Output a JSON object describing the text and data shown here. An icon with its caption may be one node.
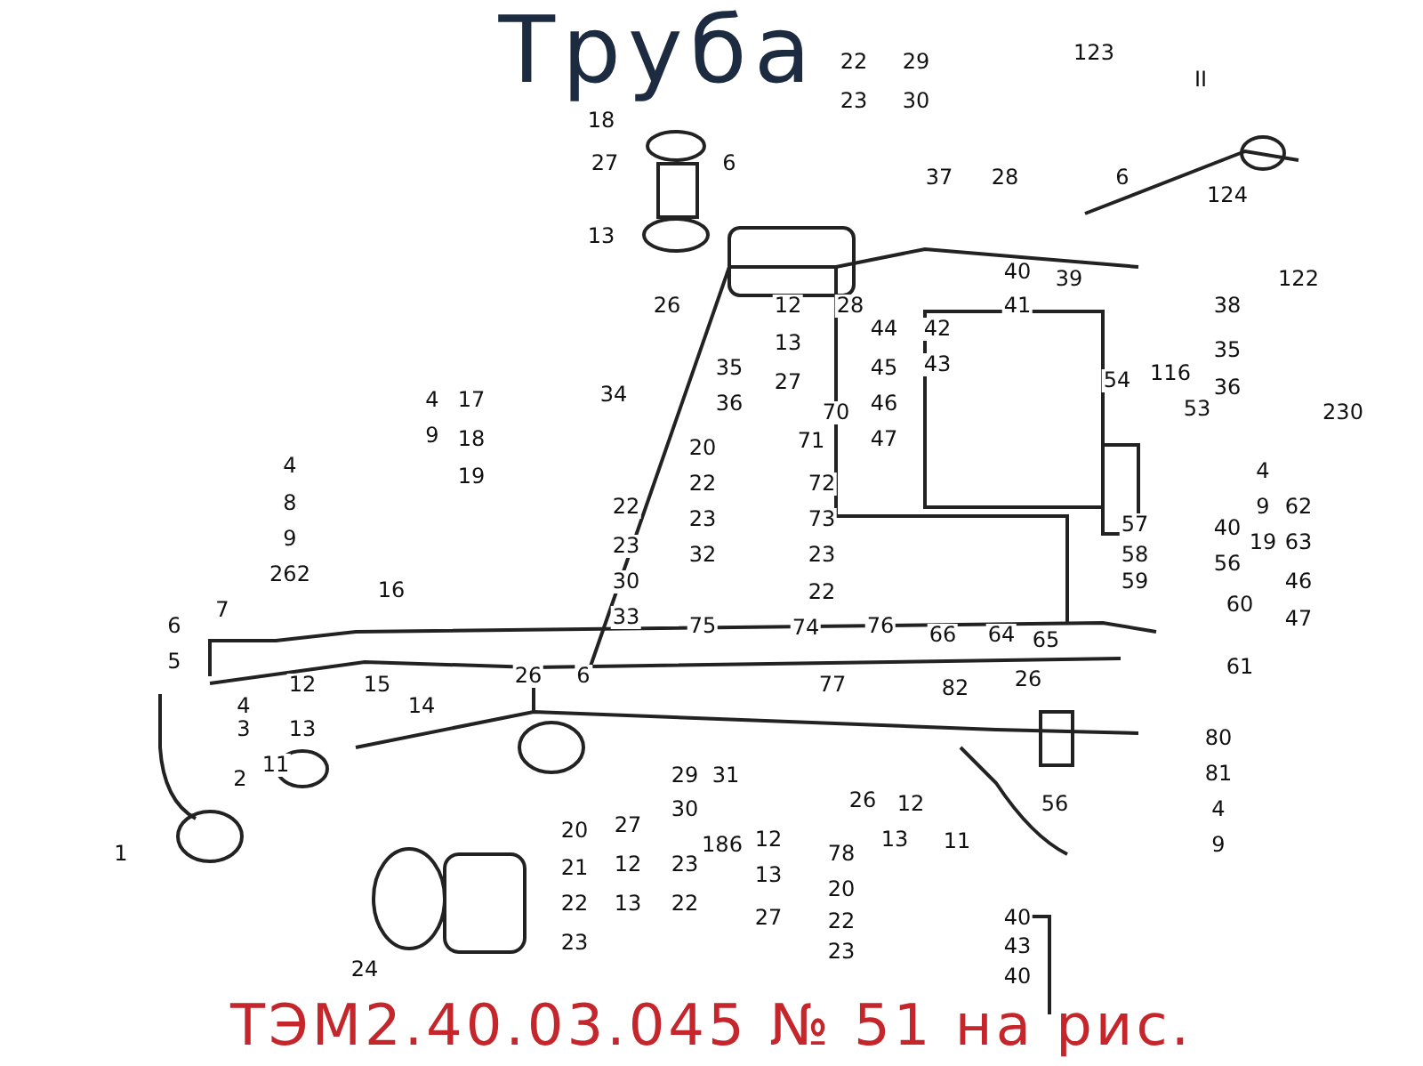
{
  "diagram": {
    "title": "Труба",
    "caption": "ТЭМ2.40.03.045 № 51 на рис.",
    "labels": [
      "123",
      "22",
      "29",
      "23",
      "30",
      "II",
      "18",
      "27",
      "6",
      "37",
      "28",
      "6",
      "124",
      "13",
      "40",
      "39",
      "122",
      "26",
      "12",
      "28",
      "41",
      "38",
      "44",
      "42",
      "13",
      "35",
      "45",
      "43",
      "116",
      "35",
      "4",
      "17",
      "34",
      "27",
      "70",
      "46",
      "54",
      "36",
      "36",
      "53",
      "230",
      "9",
      "18",
      "71",
      "47",
      "20",
      "19",
      "4",
      "22",
      "72",
      "4",
      "8",
      "22",
      "23",
      "73",
      "9",
      "57",
      "40",
      "62",
      "9",
      "23",
      "19",
      "63",
      "58",
      "56",
      "262",
      "30",
      "32",
      "23",
      "59",
      "46",
      "16",
      "33",
      "22",
      "60",
      "47",
      "7",
      "6",
      "75",
      "74",
      "76",
      "66",
      "64",
      "65",
      "5",
      "61",
      "12",
      "15",
      "26",
      "6",
      "77",
      "82",
      "26",
      "4",
      "14",
      "3",
      "13",
      "80",
      "11",
      "2",
      "29",
      "31",
      "81",
      "30",
      "26",
      "12",
      "56",
      "4",
      "1",
      "20",
      "27",
      "186",
      "12",
      "78",
      "13",
      "11",
      "9",
      "21",
      "12",
      "23",
      "13",
      "22",
      "13",
      "22",
      "20",
      "27",
      "22",
      "40",
      "23",
      "23",
      "43",
      "24",
      "40"
    ]
  }
}
